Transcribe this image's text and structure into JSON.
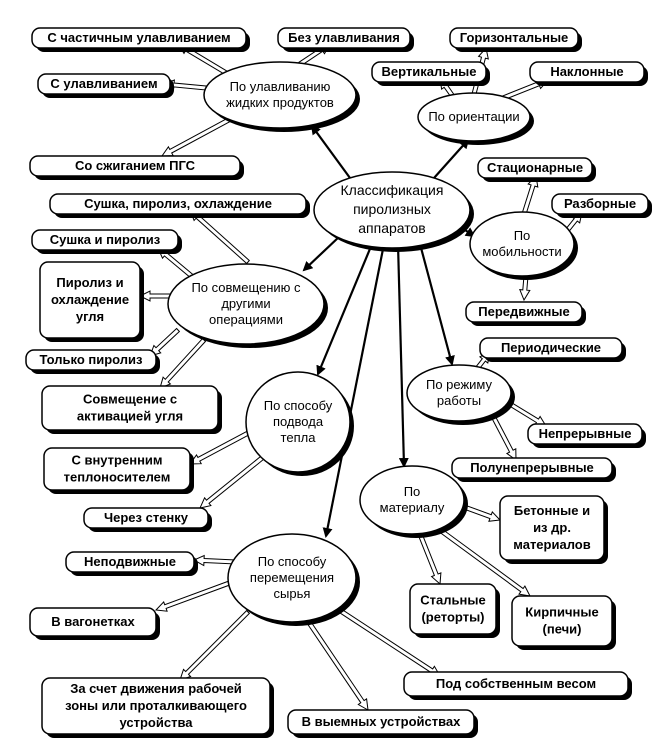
{
  "center": {
    "lines": [
      "Классификация",
      "пиролизных",
      "аппаратов"
    ]
  },
  "categories": [
    {
      "id": "capture",
      "lines": [
        "По улавливанию",
        "жидких продуктов"
      ],
      "items": [
        {
          "lines": [
            "С частичным улавливанием"
          ]
        },
        {
          "lines": [
            "Без улавливания"
          ]
        },
        {
          "lines": [
            "С улавливанием"
          ]
        },
        {
          "lines": [
            "Со сжиганием ПГС"
          ]
        }
      ]
    },
    {
      "id": "orientation",
      "lines": [
        "По ориентации"
      ],
      "items": [
        {
          "lines": [
            "Горизонтальные"
          ]
        },
        {
          "lines": [
            "Вертикальные"
          ]
        },
        {
          "lines": [
            "Наклонные"
          ]
        }
      ]
    },
    {
      "id": "mobility",
      "lines": [
        "По",
        "мобильности"
      ],
      "items": [
        {
          "lines": [
            "Стационарные"
          ]
        },
        {
          "lines": [
            "Разборные"
          ]
        },
        {
          "lines": [
            "Передвижные"
          ]
        }
      ]
    },
    {
      "id": "combination",
      "lines": [
        "По совмещению с",
        "другими",
        "операциями"
      ],
      "items": [
        {
          "lines": [
            "Сушка, пиролиз, охлаждение"
          ]
        },
        {
          "lines": [
            "Сушка и пиролиз"
          ]
        },
        {
          "lines": [
            "Пиролиз и",
            "охлаждение",
            "угля"
          ]
        },
        {
          "lines": [
            "Только пиролиз"
          ]
        },
        {
          "lines": [
            "Совмещение с",
            "активацией угля"
          ]
        }
      ]
    },
    {
      "id": "mode",
      "lines": [
        "По режиму",
        "работы"
      ],
      "items": [
        {
          "lines": [
            "Периодические"
          ]
        },
        {
          "lines": [
            "Непрерывные"
          ]
        },
        {
          "lines": [
            "Полунепрерывные"
          ]
        }
      ]
    },
    {
      "id": "heat",
      "lines": [
        "По способу",
        "подвода",
        "тепла"
      ],
      "items": [
        {
          "lines": [
            "С внутренним",
            "теплоносителем"
          ]
        },
        {
          "lines": [
            "Через стенку"
          ]
        }
      ]
    },
    {
      "id": "material",
      "lines": [
        "По",
        "материалу"
      ],
      "items": [
        {
          "lines": [
            "Бетонные и",
            "из др.",
            "материалов"
          ]
        },
        {
          "lines": [
            "Стальные",
            "(реторты)"
          ]
        },
        {
          "lines": [
            "Кирпичные",
            "(печи)"
          ]
        }
      ]
    },
    {
      "id": "movement",
      "lines": [
        "По способу",
        "перемещения",
        "сырья"
      ],
      "items": [
        {
          "lines": [
            "Неподвижные"
          ]
        },
        {
          "lines": [
            "В вагонетках"
          ]
        },
        {
          "lines": [
            "За счет движения рабочей",
            "зоны или проталкивающего",
            "устройства"
          ]
        },
        {
          "lines": [
            "Под собственным весом"
          ]
        },
        {
          "lines": [
            "В выемных устройствах"
          ]
        }
      ]
    }
  ]
}
